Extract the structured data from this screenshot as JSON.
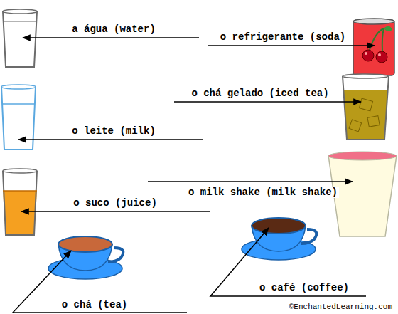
{
  "diagram": {
    "labels": [
      "a água (water)",
      "o refrigerante (soda)",
      "o chá gelado (iced tea)",
      "o leite (milk)",
      "o milk shake (milk shake)",
      "o suco (juice)",
      "o chá (tea)",
      "o café (coffee)",
      "©EnchantedLearning.com"
    ]
  }
}
